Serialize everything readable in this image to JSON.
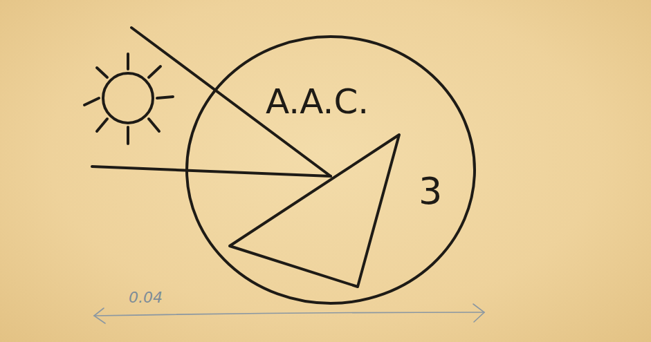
{
  "diagram": {
    "nodes": [
      {
        "text": [
          "A.A.C.",
          "3"
        ]
      }
    ],
    "labels": [
      "0.04"
    ]
  }
}
